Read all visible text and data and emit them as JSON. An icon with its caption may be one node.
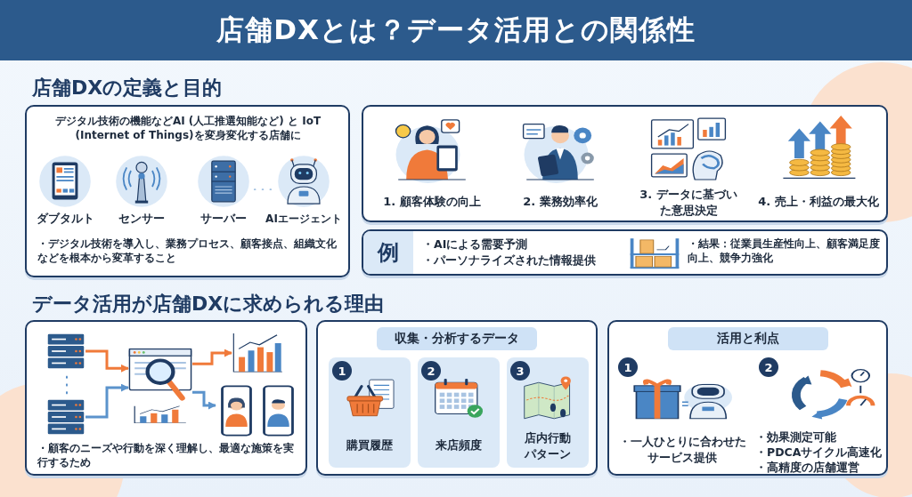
{
  "diagram": {
    "title": "店舗DXとは？データ活用との関係性",
    "nodes": [
      {
        "text": [
          "デジタル技術の機能などAI (人工推選知能など) と IoT (Internet of Things)を変身変化する店舗に",
          "・デジタル技術を導入し、業務プロセス、顧客接点、組織文化などを根本から変革すること"
        ]
      },
      {
        "text": [
          "ダブタルト"
        ],
        "in": 0
      },
      {
        "text": [
          "センサー"
        ],
        "in": 0
      },
      {
        "text": [
          "サーバー"
        ],
        "in": 0
      },
      {
        "text": [
          "AIエージェント"
        ],
        "in": 0
      },
      {
        "text": [],
        "shape": "box"
      },
      {
        "text": [
          "1. 顧客体験の向上"
        ],
        "in": 5
      },
      {
        "text": [
          "2. 業務効率化"
        ],
        "in": 5
      },
      {
        "text": [
          "3. データに基づいた意思決定"
        ],
        "in": 5
      },
      {
        "text": [
          "4. 売上・利益の最大化"
        ],
        "in": 5
      },
      {
        "text": [
          "例",
          "・AIによる需要予測",
          "・パーソナライズされた情報提供",
          "・結果：従業員生産性向上、顧客満足度向上、競争力強化"
        ]
      },
      {
        "text": [
          "・顧客のニーズや行動を深く理解し、最適な施策を実行するため"
        ]
      },
      {
        "text": [],
        "shape": "picture",
        "in": 11
      },
      {
        "text": [],
        "shape": "picture",
        "in": 11
      },
      {
        "text": [],
        "shape": "picture",
        "in": 11
      },
      {
        "text": [],
        "shape": "picture",
        "in": 11
      },
      {
        "text": [],
        "shape": "picture",
        "in": 11
      },
      {
        "text": [
          "収集・分析するデータ"
        ]
      },
      {
        "text": [
          "1",
          "購買履歴"
        ],
        "in": 17
      },
      {
        "text": [
          "2",
          "来店頻度"
        ],
        "in": 17
      },
      {
        "text": [
          "3",
          "店内行動パターン"
        ],
        "in": 17
      },
      {
        "text": [
          "活用と利点"
        ]
      },
      {
        "text": [
          "1",
          "・一人ひとりに合わせたサービス提供"
        ],
        "in": 21
      },
      {
        "text": [
          "2",
          "・効果測定可能",
          "・PDCAサイクル高速化",
          "・高精度の店舗運営"
        ],
        "in": 21
      }
    ],
    "edges": [
      {
        "from": 12,
        "to": 14,
        "arrow": "to",
        "color": "#f07a3a"
      },
      {
        "from": 13,
        "to": 14,
        "arrow": "to",
        "color": "#5b93cc"
      },
      {
        "from": 14,
        "to": 15,
        "arrow": "to",
        "color": "#f07a3a"
      },
      {
        "from": 14,
        "to": 16,
        "arrow": "to",
        "color": "#5b93cc"
      }
    ],
    "labels": [
      "店舗DXの定義と目的",
      "データ活用が店舗DXに求められる理由"
    ]
  }
}
